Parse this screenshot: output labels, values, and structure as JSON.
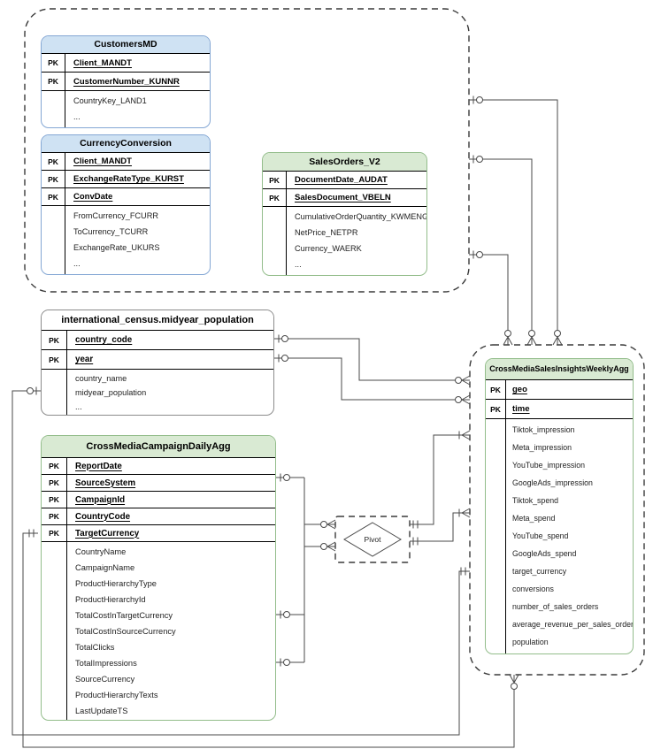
{
  "diagram": {
    "pivot_label": "Pivot",
    "pk_label": "PK",
    "colors": {
      "line": "#4a4a4a",
      "dashed_container": "#3a3a3a",
      "blue_header": "#cfe2f3",
      "blue_border": "#84a7d4",
      "green_header": "#d9ead3",
      "green_border": "#93bd8b",
      "plain_header": "#ffffff",
      "plain_border": "#8c8c8c"
    },
    "tables": [
      {
        "id": "customers_md",
        "title": "CustomersMD",
        "style": "blue",
        "keys": [
          "Client_MANDT",
          "CustomerNumber_KUNNR"
        ],
        "attrs": [
          "CountryKey_LAND1",
          "..."
        ]
      },
      {
        "id": "currency_conversion",
        "title": "CurrencyConversion",
        "style": "blue",
        "keys": [
          "Client_MANDT",
          "ExchangeRateType_KURST",
          "ConvDate"
        ],
        "attrs": [
          "FromCurrency_FCURR",
          "ToCurrency_TCURR",
          "ExchangeRate_UKURS",
          "..."
        ]
      },
      {
        "id": "sales_orders_v2",
        "title": "SalesOrders_V2",
        "style": "green",
        "keys": [
          "DocumentDate_AUDAT",
          "SalesDocument_VBELN"
        ],
        "attrs": [
          "CumulativeOrderQuantity_KWMENG",
          "NetPrice_NETPR",
          "Currency_WAERK",
          "..."
        ]
      },
      {
        "id": "census",
        "title": "international_census.midyear_population",
        "style": "plain",
        "keys": [
          "country_code",
          "year"
        ],
        "attrs": [
          "country_name",
          "midyear_population",
          "..."
        ]
      },
      {
        "id": "daily_agg",
        "title": "CrossMediaCampaignDailyAgg",
        "style": "green",
        "keys": [
          "ReportDate",
          "SourceSystem",
          "CampaignId",
          "CountryCode",
          "TargetCurrency"
        ],
        "attrs": [
          "CountryName",
          "CampaignName",
          "ProductHierarchyType",
          "ProductHierarchyId",
          "TotalCostInTargetCurrency",
          "TotalCostInSourceCurrency",
          "TotalClicks",
          "TotalImpressions",
          "SourceCurrency",
          "ProductHierarchyTexts",
          "LastUpdateTS"
        ]
      },
      {
        "id": "weekly_agg",
        "title": "CrossMediaSalesInsightsWeeklyAgg",
        "style": "green",
        "keys": [
          "geo",
          "time"
        ],
        "attrs": [
          "Tiktok_impression",
          "Meta_impression",
          "YouTube_impression",
          "GoogleAds_impression",
          "Tiktok_spend",
          "Meta_spend",
          "YouTube_spend",
          "GoogleAds_spend",
          "target_currency",
          "conversions",
          "number_of_sales_orders",
          "average_revenue_per_sales_order",
          "population"
        ]
      }
    ]
  }
}
